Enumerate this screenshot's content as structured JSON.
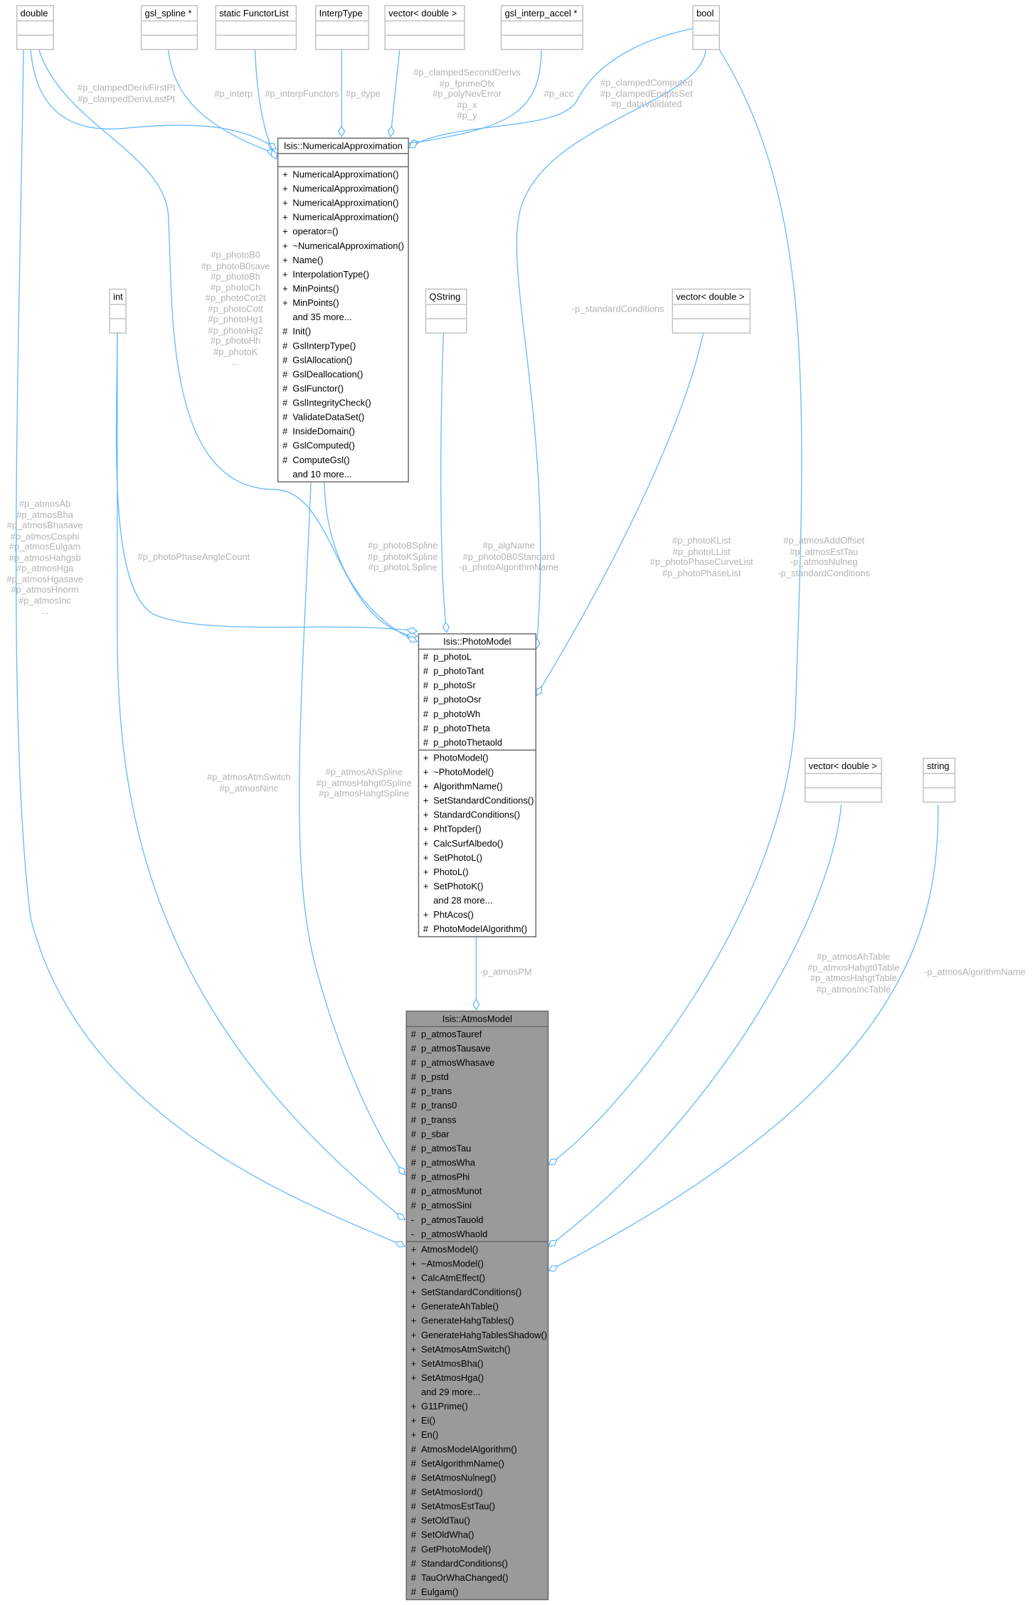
{
  "colors": {
    "edge": "#63b8ff",
    "label": "#b3b3b3",
    "focus_fill": "#9a9a9a"
  },
  "classes": {
    "double1": {
      "title": "double",
      "attrs": [],
      "methods": []
    },
    "gsl_spline": {
      "title": "gsl_spline *",
      "attrs": [],
      "methods": []
    },
    "functorlist": {
      "title": "static FunctorList",
      "attrs": [],
      "methods": []
    },
    "interptype": {
      "title": "InterpType",
      "attrs": [],
      "methods": []
    },
    "vector1": {
      "title": "vector< double >",
      "attrs": [],
      "methods": []
    },
    "gsl_interp_accel": {
      "title": "gsl_interp_accel *",
      "attrs": [],
      "methods": []
    },
    "bool": {
      "title": "bool",
      "attrs": [],
      "methods": []
    },
    "int": {
      "title": "int",
      "attrs": [],
      "methods": []
    },
    "qstring": {
      "title": "QString",
      "attrs": [],
      "methods": []
    },
    "vector2": {
      "title": "vector< double >",
      "attrs": [],
      "methods": []
    },
    "vector3": {
      "title": "vector< double >",
      "attrs": [],
      "methods": []
    },
    "string": {
      "title": "string",
      "attrs": [],
      "methods": []
    },
    "numapprox": {
      "title": "Isis::NumericalApproximation",
      "attrs": [],
      "methods": [
        [
          "+",
          "NumericalApproximation()"
        ],
        [
          "+",
          "NumericalApproximation()"
        ],
        [
          "+",
          "NumericalApproximation()"
        ],
        [
          "+",
          "NumericalApproximation()"
        ],
        [
          "+",
          "operator=()"
        ],
        [
          "+",
          "~NumericalApproximation()"
        ],
        [
          "+",
          "Name()"
        ],
        [
          "+",
          "InterpolationType()"
        ],
        [
          "+",
          "MinPoints()"
        ],
        [
          "+",
          "MinPoints()"
        ],
        [
          "",
          "and 35 more..."
        ],
        [
          "#",
          "Init()"
        ],
        [
          "#",
          "GslInterpType()"
        ],
        [
          "#",
          "GslAllocation()"
        ],
        [
          "#",
          "GslDeallocation()"
        ],
        [
          "#",
          "GslFunctor()"
        ],
        [
          "#",
          "GslIntegrityCheck()"
        ],
        [
          "#",
          "ValidateDataSet()"
        ],
        [
          "#",
          "InsideDomain()"
        ],
        [
          "#",
          "GslComputed()"
        ],
        [
          "#",
          "ComputeGsl()"
        ],
        [
          "",
          "and 10 more..."
        ]
      ]
    },
    "photomodel": {
      "title": "Isis::PhotoModel",
      "attrs": [
        [
          "#",
          "p_photoL"
        ],
        [
          "#",
          "p_photoTant"
        ],
        [
          "#",
          "p_photoSr"
        ],
        [
          "#",
          "p_photoOsr"
        ],
        [
          "#",
          "p_photoWh"
        ],
        [
          "#",
          "p_photoTheta"
        ],
        [
          "#",
          "p_photoThetaold"
        ]
      ],
      "methods": [
        [
          "+",
          "PhotoModel()"
        ],
        [
          "+",
          "~PhotoModel()"
        ],
        [
          "+",
          "AlgorithmName()"
        ],
        [
          "+",
          "SetStandardConditions()"
        ],
        [
          "+",
          "StandardConditions()"
        ],
        [
          "+",
          "PhtTopder()"
        ],
        [
          "+",
          "CalcSurfAlbedo()"
        ],
        [
          "+",
          "SetPhotoL()"
        ],
        [
          "+",
          "PhotoL()"
        ],
        [
          "+",
          "SetPhotoK()"
        ],
        [
          "",
          "and 28 more..."
        ],
        [
          "+",
          "PhtAcos()"
        ],
        [
          "#",
          "PhotoModelAlgorithm()"
        ]
      ]
    },
    "atmosmodel": {
      "title": "Isis::AtmosModel",
      "attrs": [
        [
          "#",
          "p_atmosTauref"
        ],
        [
          "#",
          "p_atmosTausave"
        ],
        [
          "#",
          "p_atmosWhasave"
        ],
        [
          "#",
          "p_pstd"
        ],
        [
          "#",
          "p_trans"
        ],
        [
          "#",
          "p_trans0"
        ],
        [
          "#",
          "p_transs"
        ],
        [
          "#",
          "p_sbar"
        ],
        [
          "#",
          "p_atmosTau"
        ],
        [
          "#",
          "p_atmosWha"
        ],
        [
          "#",
          "p_atmosPhi"
        ],
        [
          "#",
          "p_atmosMunot"
        ],
        [
          "#",
          "p_atmosSini"
        ],
        [
          "-",
          "p_atmosTauold"
        ],
        [
          "-",
          "p_atmosWhaold"
        ]
      ],
      "methods": [
        [
          "+",
          "AtmosModel()"
        ],
        [
          "+",
          "~AtmosModel()"
        ],
        [
          "+",
          "CalcAtmEffect()"
        ],
        [
          "+",
          "SetStandardConditions()"
        ],
        [
          "+",
          "GenerateAhTable()"
        ],
        [
          "+",
          "GenerateHahgTables()"
        ],
        [
          "+",
          "GenerateHahgTablesShadow()"
        ],
        [
          "+",
          "SetAtmosAtmSwitch()"
        ],
        [
          "+",
          "SetAtmosBha()"
        ],
        [
          "+",
          "SetAtmosHga()"
        ],
        [
          "",
          "and 29 more..."
        ],
        [
          "+",
          "G11Prime()"
        ],
        [
          "+",
          "Ei()"
        ],
        [
          "+",
          "En()"
        ],
        [
          "#",
          "AtmosModelAlgorithm()"
        ],
        [
          "#",
          "SetAlgorithmName()"
        ],
        [
          "#",
          "SetAtmosNulneg()"
        ],
        [
          "#",
          "SetAtmosIord()"
        ],
        [
          "#",
          "SetAtmosEstTau()"
        ],
        [
          "#",
          "SetOldTau()"
        ],
        [
          "#",
          "SetOldWha()"
        ],
        [
          "#",
          "GetPhotoModel()"
        ],
        [
          "#",
          "StandardConditions()"
        ],
        [
          "#",
          "TauOrWhaChanged()"
        ],
        [
          "#",
          "Eulgam()"
        ]
      ]
    }
  },
  "edge_labels": {
    "clampedderiv": [
      "#p_clampedDerivFirstPt",
      "#p_clampedDerivLastPt"
    ],
    "interp": [
      "#p_interp"
    ],
    "interpfunctors": [
      "#p_interpFunctors"
    ],
    "itype": [
      "#p_itype"
    ],
    "vectorvars": [
      "#p_clampedSecondDerivs",
      "#p_fprimeOfx",
      "#p_polyNevError",
      "#p_x",
      "#p_y"
    ],
    "acc": [
      "#p_acc"
    ],
    "boolnum": [
      "#p_clampedComputed",
      "#p_clampedEndptsSet",
      "#p_dataValidated"
    ],
    "photodoubles": [
      "#p_photoB0",
      "#p_photoB0save",
      "#p_photoBh",
      "#p_photoCh",
      "#p_photoCot2t",
      "#p_photoCott",
      "#p_photoHg1",
      "#p_photoHg2",
      "#p_photoHh",
      "#p_photoK",
      "..."
    ],
    "stdcond": [
      "-p_standardConditions"
    ],
    "atmosdoubles": [
      "#p_atmosAb",
      "#p_atmosBha",
      "#p_atmosBhasave",
      "#p_atmosCosphi",
      "#p_atmosEulgam",
      "#p_atmosHahgsb",
      "#p_atmosHga",
      "#p_atmosHgasave",
      "#p_atmosHnorm",
      "#p_atmosInc",
      "..."
    ],
    "phaseangle": [
      "#p_photoPhaseAngleCount"
    ],
    "photosplines": [
      "#p_photoBSpline",
      "#p_photoKSpline",
      "#p_photoLSpline"
    ],
    "photoqstring": [
      "#p_algName",
      "#p_photo0B0Standard",
      "-p_photoAlgorithmName"
    ],
    "photolists": [
      "#p_photoKList",
      "#p_photoLList",
      "#p_photoPhaseCurveList",
      "#p_photoPhaseList"
    ],
    "atmosbool": [
      "#p_atmosAddOffset",
      "#p_atmosEstTau",
      "-p_atmosNulneg",
      "-p_standardConditions"
    ],
    "atmosint": [
      "#p_atmosAtmSwitch",
      "#p_atmosNinc"
    ],
    "atmossplines": [
      "#p_atmosAhSpline",
      "#p_atmosHahgt0Spline",
      "#p_atmosHahgtSpline"
    ],
    "atmospm": [
      "-p_atmosPM"
    ],
    "atmostables": [
      "#p_atmosAhTable",
      "#p_atmosHahgt0Table",
      "#p_atmosHahgtTable",
      "#p_atmosIncTable"
    ],
    "atmosalg": [
      "-p_atmosAlgorithmName"
    ]
  }
}
